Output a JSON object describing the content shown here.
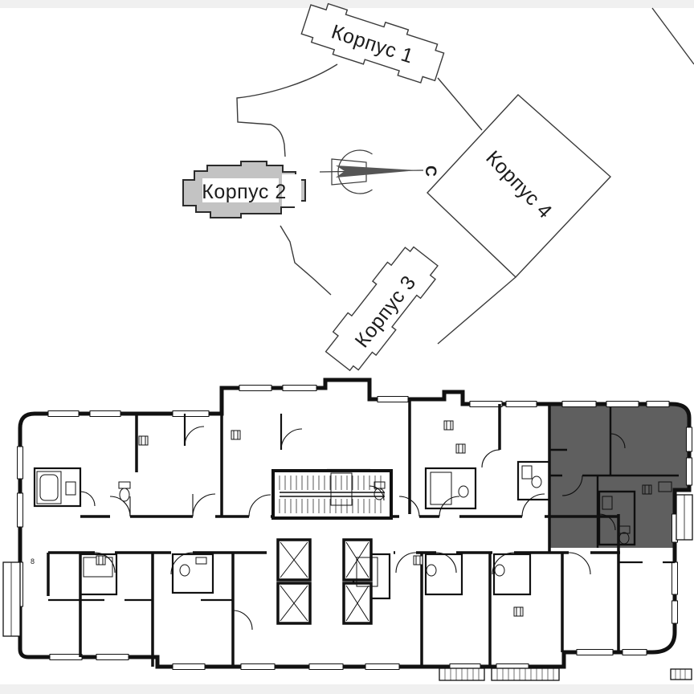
{
  "page": {
    "top_strip_color": "#f0f0f0",
    "bottom_strip_color": "#f0f0f0",
    "background": "#ffffff"
  },
  "site_plan": {
    "buildings": [
      {
        "id": "korpus-1",
        "label": "Корпус 1",
        "highlighted": false
      },
      {
        "id": "korpus-2",
        "label": "Корпус 2",
        "highlighted": true,
        "fill": "#c3c3c3"
      },
      {
        "id": "korpus-3",
        "label": "Корпус 3",
        "highlighted": false
      },
      {
        "id": "korpus-4",
        "label": "Корпус 4",
        "highlighted": false
      }
    ],
    "compass": {
      "direction_label": "С"
    },
    "outline_color": "#3a3a3a"
  },
  "floor_plan": {
    "wall_color": "#111111",
    "selected_unit": {
      "fill": "#5f5f5f",
      "position": "top-right"
    },
    "unit_label": "8"
  }
}
